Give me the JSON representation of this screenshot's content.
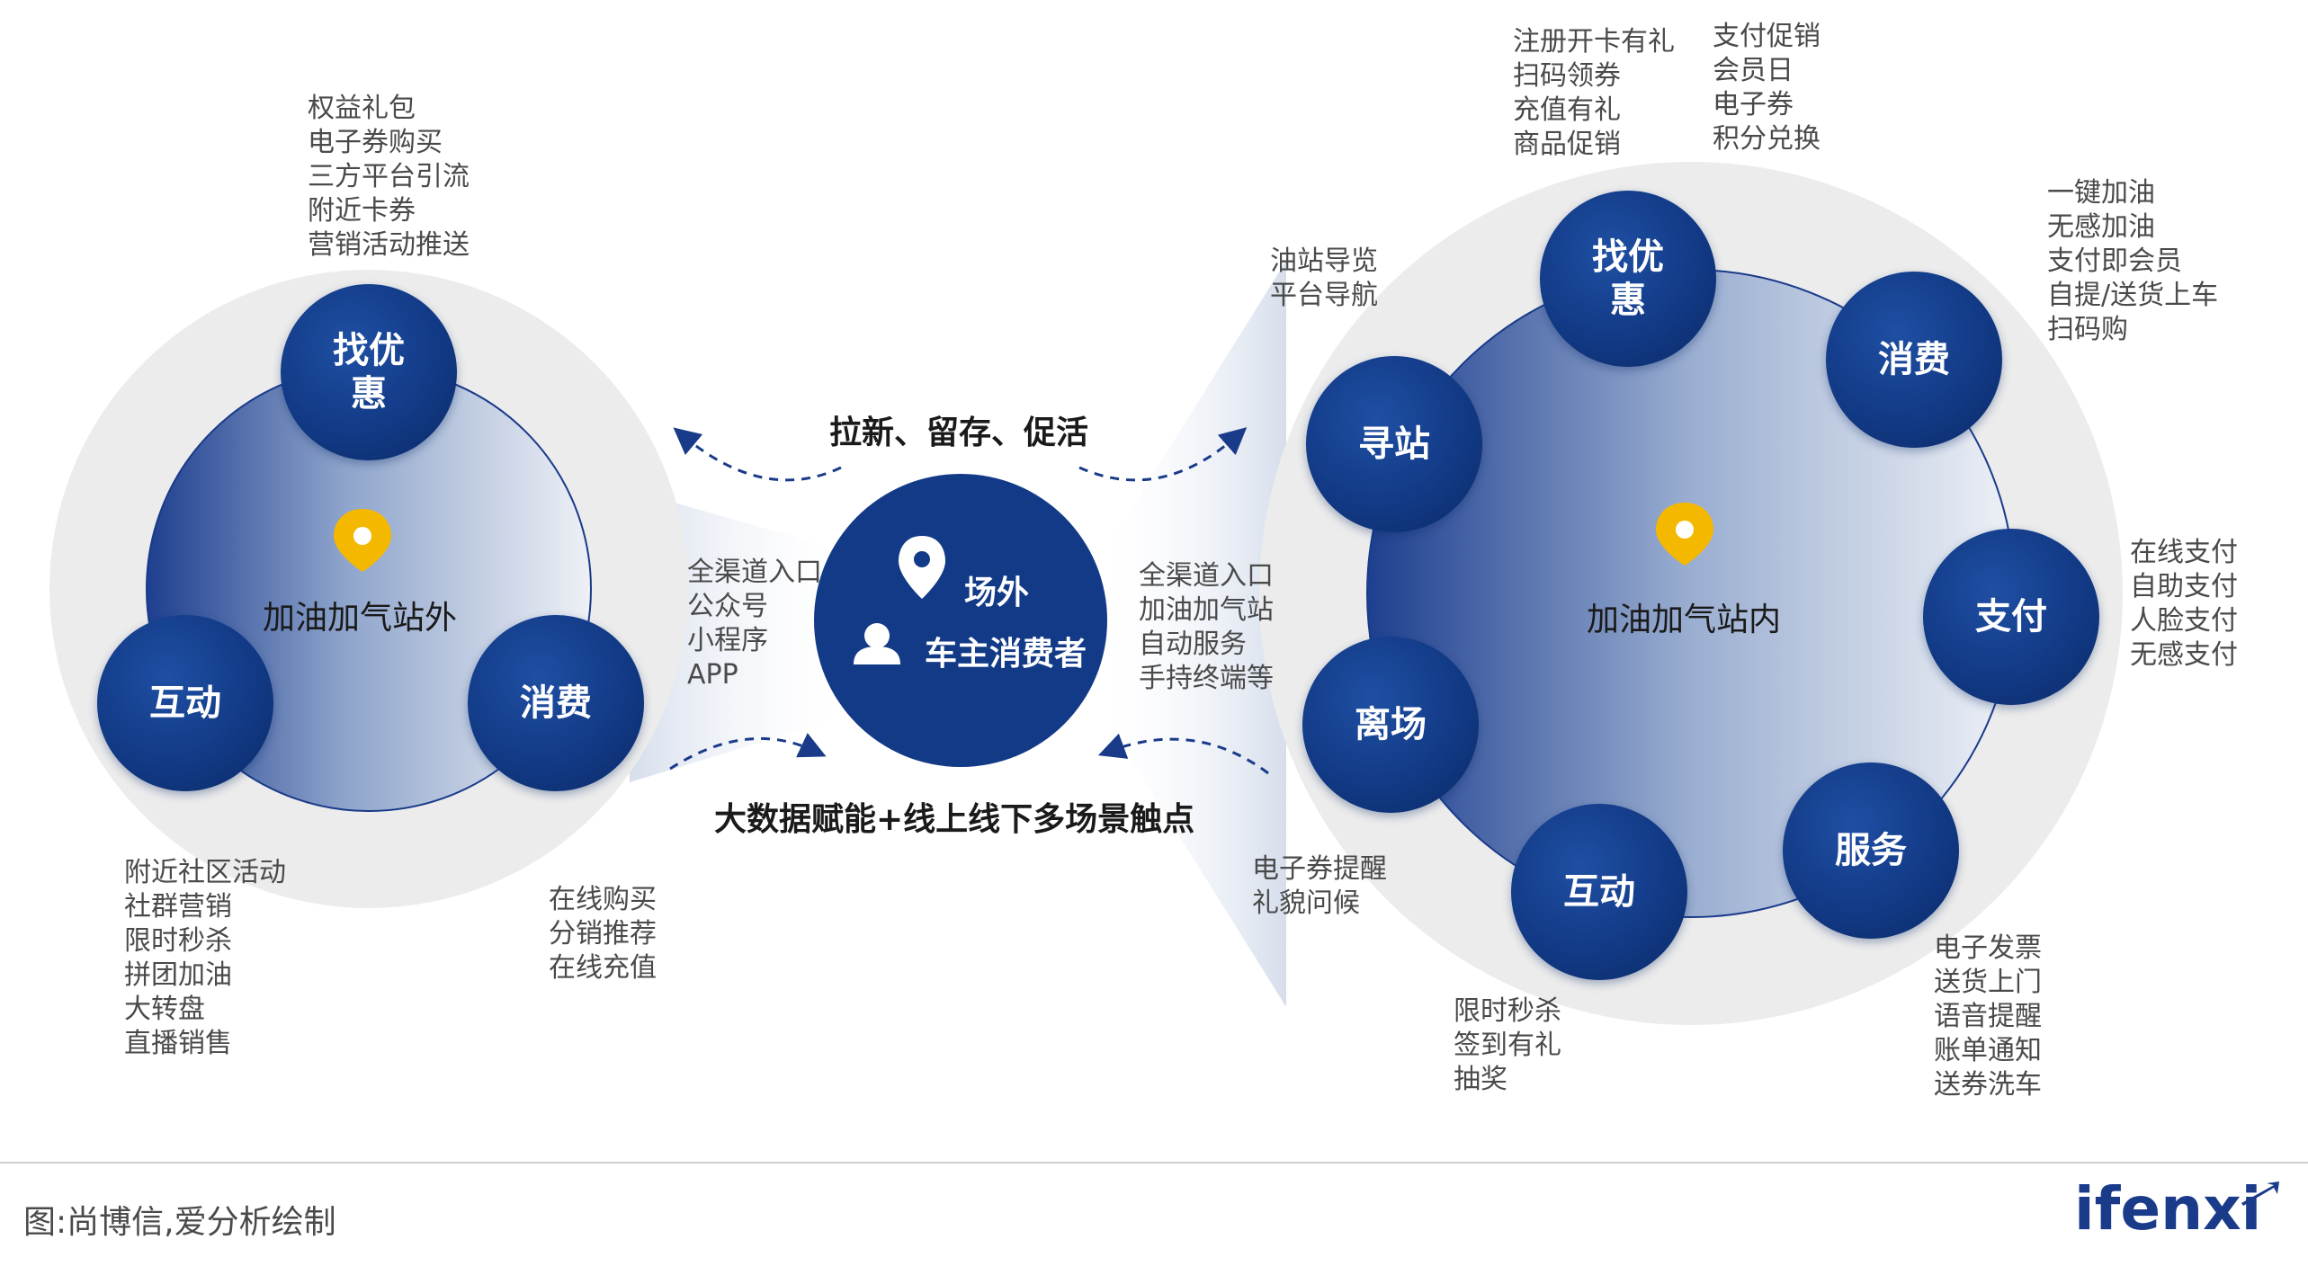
{
  "outside": {
    "hub_label": "加油加气站外",
    "nodes": {
      "top": "找优惠",
      "left": "互动",
      "right": "消费"
    },
    "labels": {
      "top": [
        "权益礼包",
        "电子券购买",
        "三方平台引流",
        "附近卡券",
        "营销活动推送"
      ],
      "bottom_left": [
        "附近社区活动",
        "社群营销",
        "限时秒杀",
        "拼团加油",
        "大转盘",
        "直播销售"
      ],
      "bottom_right": [
        "在线购买",
        "分销推荐",
        "在线充值"
      ]
    }
  },
  "center": {
    "line1": "场外",
    "line2": "车主消费者",
    "top_caption": "拉新、留存、促活",
    "bottom_caption": "大数据赋能+线上线下多场景触点",
    "left_labels": [
      "全渠道入口",
      "公众号",
      "小程序",
      "APP"
    ],
    "right_labels": [
      "全渠道入口",
      "加油加气站",
      "自动服务",
      "手持终端等"
    ]
  },
  "inside": {
    "hub_label": "加油加气站内",
    "nodes": {
      "find_station": "寻站",
      "discount": "找优惠",
      "consume": "消费",
      "pay": "支付",
      "service": "服务",
      "interact": "互动",
      "leave": "离场"
    },
    "labels": {
      "find_station": [
        "油站导览",
        "平台导航"
      ],
      "discount_a": [
        "注册开卡有礼",
        "扫码领券",
        "充值有礼",
        "商品促销"
      ],
      "discount_b": [
        "支付促销",
        "会员日",
        "电子券",
        "积分兑换"
      ],
      "consume": [
        "一键加油",
        "无感加油",
        "支付即会员",
        "自提/送货上车",
        "扫码购"
      ],
      "pay": [
        "在线支付",
        "自助支付",
        "人脸支付",
        "无感支付"
      ],
      "service": [
        "电子发票",
        "送货上门",
        "语音提醒",
        "账单通知",
        "送券洗车"
      ],
      "interact": [
        "限时秒杀",
        "签到有礼",
        "抽奖"
      ],
      "leave": [
        "电子券提醒",
        "礼貌问候"
      ]
    }
  },
  "footer": {
    "source": "图:尚博信,爱分析绘制",
    "logo": "ifenxi"
  },
  "colors": {
    "node_blue": "#123a86",
    "pin_yellow": "#f5b800",
    "arrow_navy": "#1a3a8a"
  }
}
